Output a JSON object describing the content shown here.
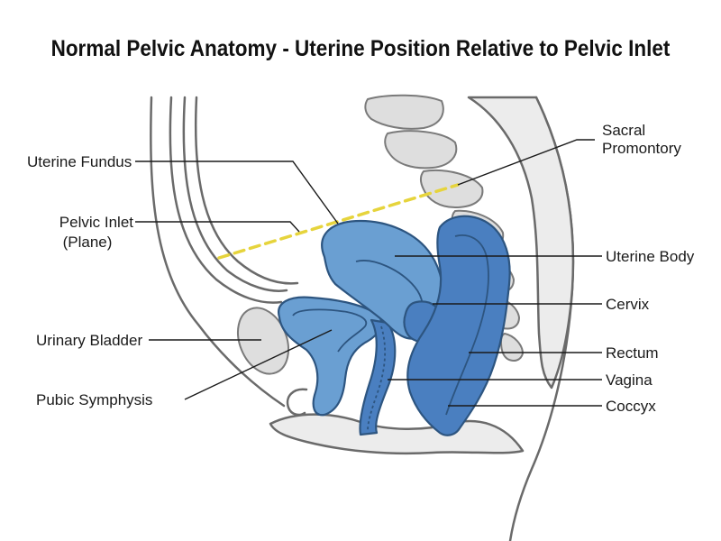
{
  "title": "Normal Pelvic Anatomy - Uterine Position Relative to Pelvic Inlet",
  "labels": {
    "uterine_fundus": "Uterine Fundus",
    "pelvic_inlet_line1": "Pelvic Inlet",
    "pelvic_inlet_line2": "(Plane)",
    "urinary_bladder": "Urinary Bladder",
    "pubic_symphysis": "Pubic Symphysis",
    "sacral_promontory_line1": "Sacral",
    "sacral_promontory_line2": "Promontory",
    "uterine_body": "Uterine Body",
    "cervix": "Cervix",
    "rectum": "Rectum",
    "vagina": "Vagina",
    "coccyx": "Coccyx"
  },
  "colors": {
    "organ_light": "#6a9fd2",
    "organ_dark": "#4a7fc0",
    "organ_stroke": "#2d5580",
    "pelvic_inlet_line": "#e6d43c",
    "tissue_fill": "#ececec",
    "bone_fill": "#dedede",
    "outline": "#6a6a6a"
  }
}
